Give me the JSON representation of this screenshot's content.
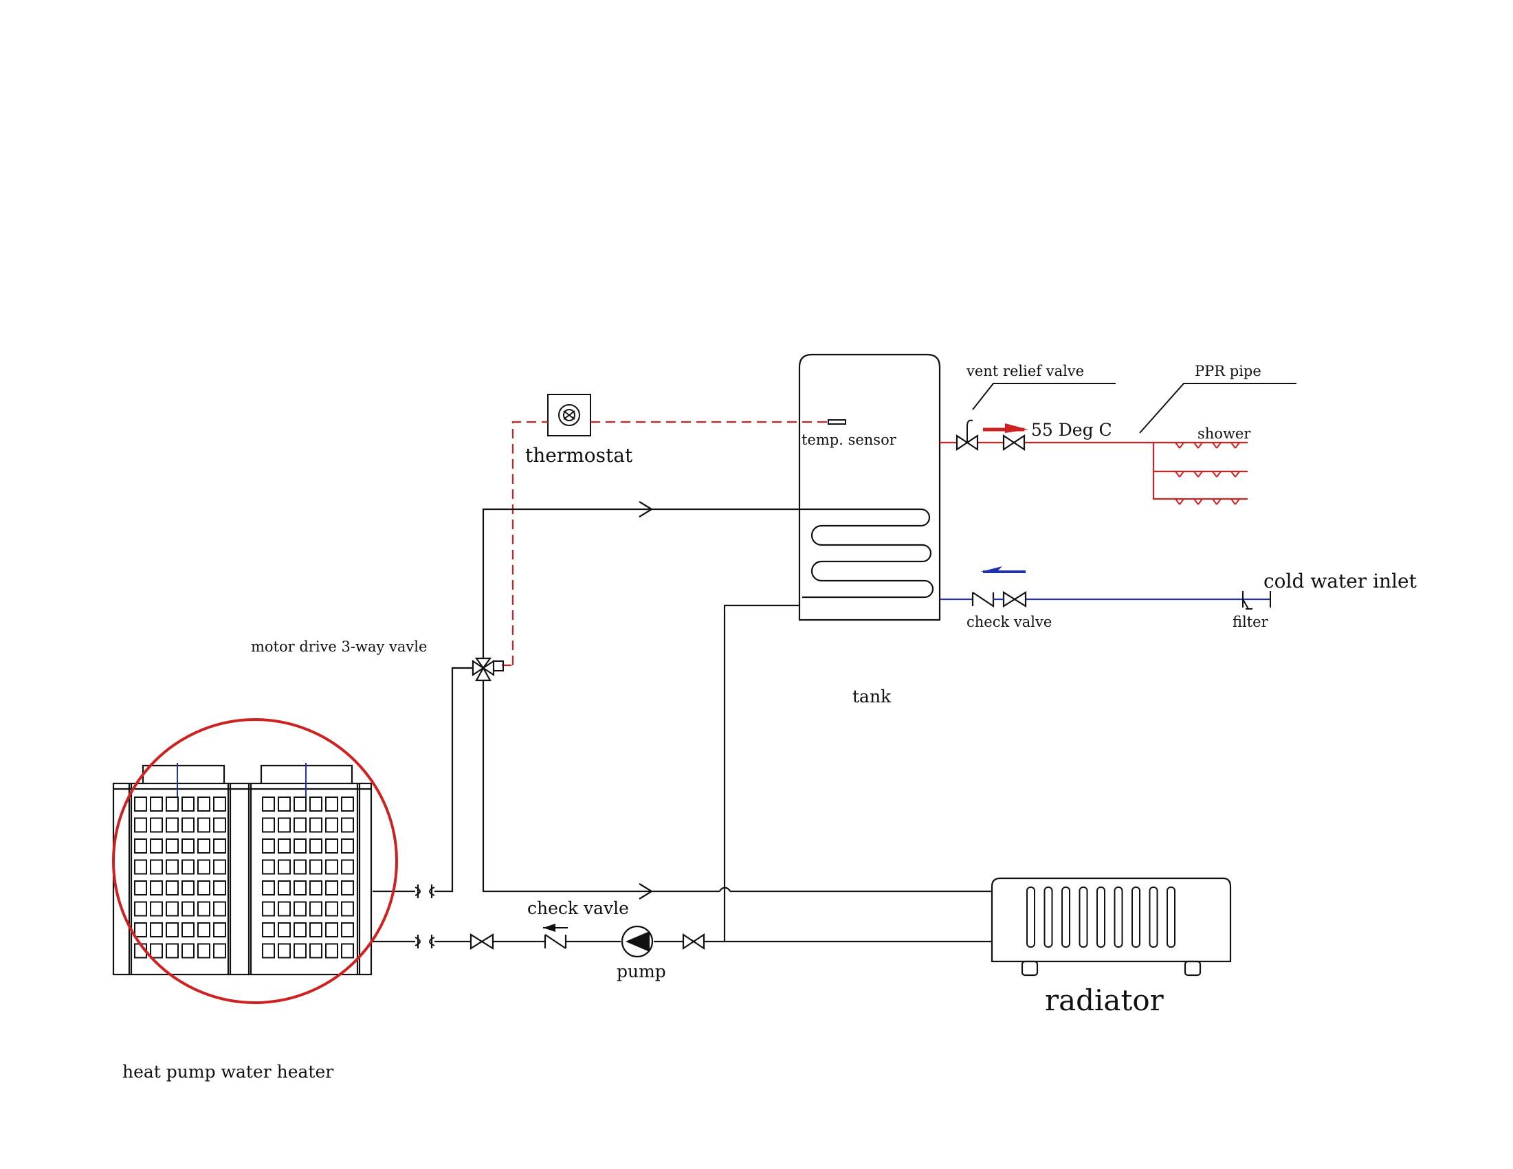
{
  "labels": {
    "thermostat": "thermostat",
    "temp_sensor": "temp. sensor",
    "vent_relief_valve": "vent relief valve",
    "ppr_pipe": "PPR pipe",
    "temperature": "55 Deg C",
    "shower": "shower",
    "cold_water_inlet": "cold water inlet",
    "check_valve_top": "check valve",
    "filter": "filter",
    "motor_valve": "motor drive 3-way vavle",
    "tank": "tank",
    "check_valve_bottom": "check vavle",
    "pump": "pump",
    "radiator": "radiator",
    "heat_pump": "heat pump water heater"
  },
  "colors": {
    "hot_water": "#cc2222",
    "cold_water": "#2233aa",
    "pipe": "#111111",
    "highlight_circle": "#cc2222"
  }
}
